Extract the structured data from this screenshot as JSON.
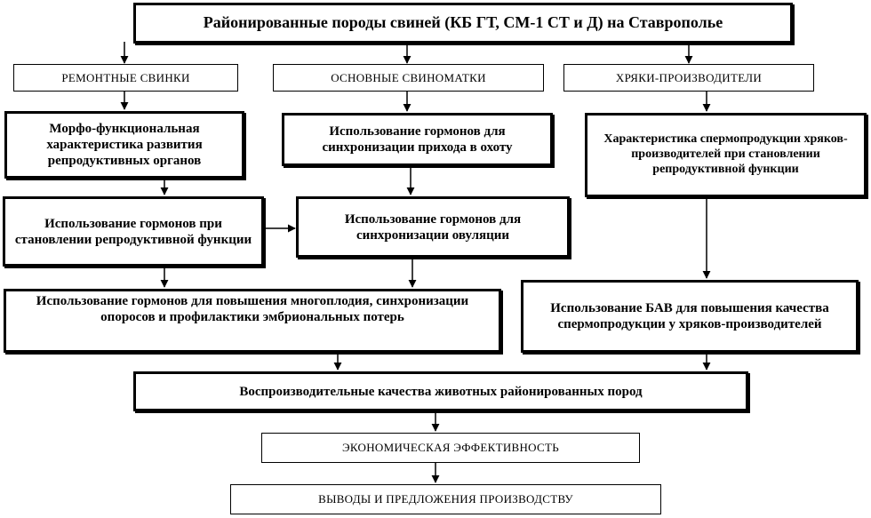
{
  "title": "Районированные породы свиней (КБ ГТ, СМ-1 СТ и Д) на Ставрополье",
  "groups": {
    "gilts": "РЕМОНТНЫЕ СВИНКИ",
    "sows": "ОСНОВНЫЕ СВИНОМАТКИ",
    "boars": "ХРЯКИ-ПРОИЗВОДИТЕЛИ"
  },
  "nodes": {
    "morpho": "Морфо-функциональная характеристика развития репродуктивных органов",
    "hormones_repro": "Использование гормонов при становлении репродуктивной функции",
    "hormones_multi": "Использование гормонов для повышения многоплодия, синхронизации опоросов и профилактики эмбриональных потерь",
    "hormones_hunt": "Использование гормонов для синхронизации прихода в охоту",
    "hormones_ovul": "Использование гормонов для синхронизации овуляции",
    "sperm_char": "Характеристика спермопродукции хряков-производителей при становлении репродуктивной функции",
    "bav": "Использование БАВ для повышения качества спермопродукции у хряков-производителей",
    "reproductive": "Воспроизводительные качества животных районированных пород",
    "economic": "ЭКОНОМИЧЕСКАЯ ЭФФЕКТИВНОСТЬ",
    "conclusions": "ВЫВОДЫ И ПРЕДЛОЖЕНИЯ ПРОИЗВОДСТВУ"
  }
}
